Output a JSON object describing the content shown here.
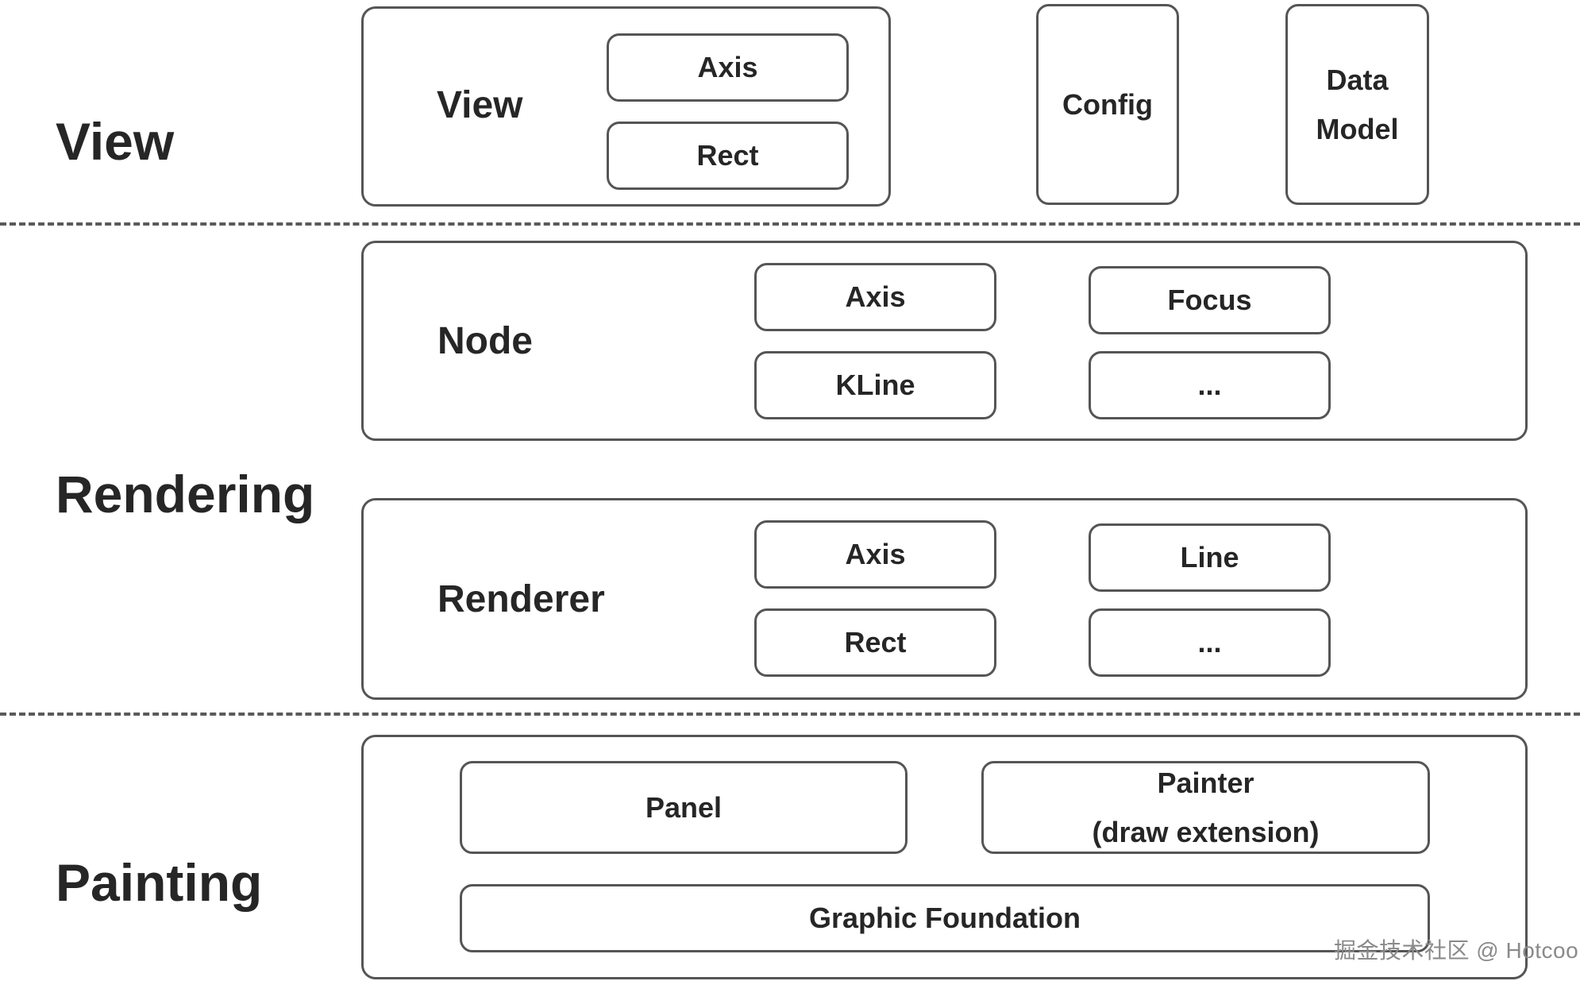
{
  "layers": {
    "view": "View",
    "rendering": "Rendering",
    "painting": "Painting"
  },
  "view_group": {
    "title": "View",
    "items": [
      "Axis",
      "Rect"
    ]
  },
  "config_box": "Config",
  "data_model_box": [
    "Data",
    "Model"
  ],
  "node_group": {
    "title": "Node",
    "items": [
      "Axis",
      "KLine",
      "Focus",
      "..."
    ]
  },
  "renderer_group": {
    "title": "Renderer",
    "items": [
      "Axis",
      "Rect",
      "Line",
      "..."
    ]
  },
  "painting_group": {
    "panel": "Panel",
    "painter": [
      "Painter",
      "(draw extension)"
    ],
    "graphic_foundation": "Graphic Foundation"
  },
  "watermark": "掘金技术社区 @ Hotcool",
  "colors": {
    "stroke": "#555555",
    "text": "#262626",
    "background": "#ffffff"
  }
}
